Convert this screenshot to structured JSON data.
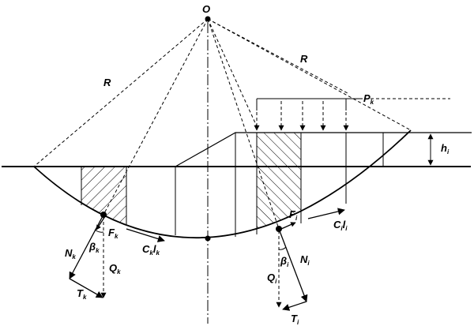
{
  "labels": {
    "center": "O",
    "radius_left": "R",
    "radius_right": "R",
    "load": {
      "main": "P",
      "sub": "k"
    },
    "height": {
      "main": "h",
      "sub": "i"
    },
    "normal_k": {
      "main": "N",
      "sub": "k"
    },
    "beta_k": {
      "main": "β",
      "sub": "k"
    },
    "weight_k": {
      "main": "Q",
      "sub": "k"
    },
    "friction_k": {
      "main": "F",
      "sub": "k"
    },
    "cohesion_k": {
      "main": "C",
      "sub": "k",
      "main2": "l",
      "sub2": "k"
    },
    "tangent_k": {
      "main": "T",
      "sub": "k"
    },
    "friction_i": {
      "main": "F",
      "sub": "i"
    },
    "cohesion_i": {
      "main": "C",
      "sub": "i",
      "main2": "l",
      "sub2": "i"
    },
    "beta_i": {
      "main": "β",
      "sub": "i"
    },
    "normal_i": {
      "main": "N",
      "sub": "i"
    },
    "weight_i": {
      "main": "Q",
      "sub": "i"
    },
    "tangent_i": {
      "main": "T",
      "sub": "i"
    }
  },
  "colors": {
    "ink": "#000000",
    "background": "#ffffff"
  }
}
